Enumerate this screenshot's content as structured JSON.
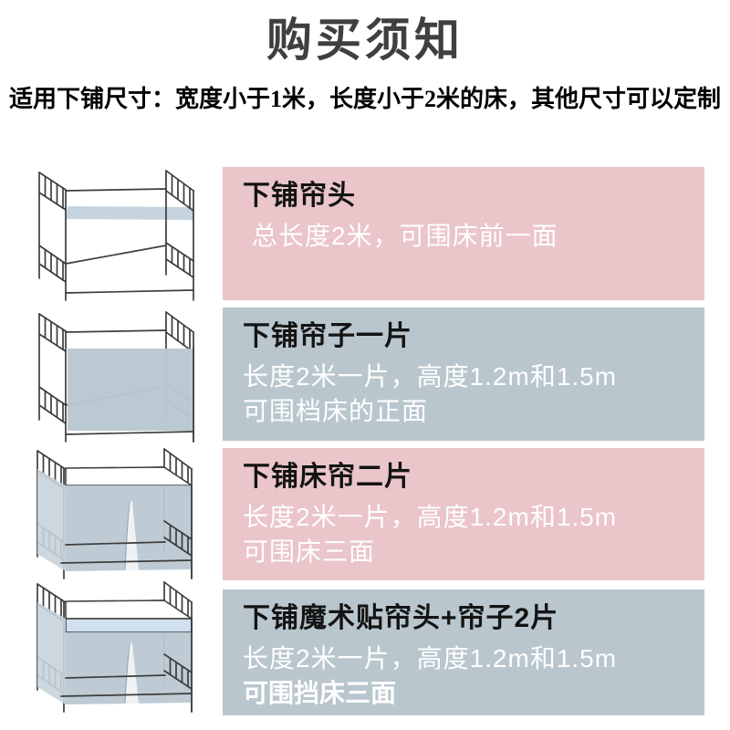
{
  "page": {
    "title": "购买须知",
    "subtitle": "适用下铺尺寸：宽度小于1米，长度小于2米的床，其他尺寸可以定制"
  },
  "colors": {
    "pink_panel": "#eac5ca",
    "blue_gray_panel": "#b9c6cd",
    "title_dark_gray": "#3f3f3f",
    "curtain_fill": "#bac8d2",
    "valance_band_blue": "#cfe0ee",
    "mattress_band": "#c5d4de",
    "frame_stroke": "#3d3d3d",
    "white_text": "#ffffff"
  },
  "rows": [
    {
      "illustration": "bunk-bed-frame",
      "panel_color_hex": "#eac5ca",
      "title": "下铺帘头",
      "lines": [
        "总长度2米，可围床前一面"
      ]
    },
    {
      "illustration": "bunk-bed-front-curtain",
      "panel_color_hex": "#b9c6cd",
      "title": "下铺帘子一片",
      "lines": [
        "长度2米一片，高度1.2m和1.5m",
        "可围档床的正面"
      ]
    },
    {
      "illustration": "bunk-bed-three-side-curtain",
      "panel_color_hex": "#eac5ca",
      "title": "下铺床帘二片",
      "lines": [
        "长度2米一片，高度1.2m和1.5m",
        "可围床三面"
      ]
    },
    {
      "illustration": "bunk-bed-valance-plus-curtain",
      "panel_color_hex": "#b9c6cd",
      "title": "下铺魔术贴帘头+帘子2片",
      "lines": [
        "长度2米一片，高度1.2m和1.5m",
        "可围挡床三面"
      ]
    }
  ]
}
